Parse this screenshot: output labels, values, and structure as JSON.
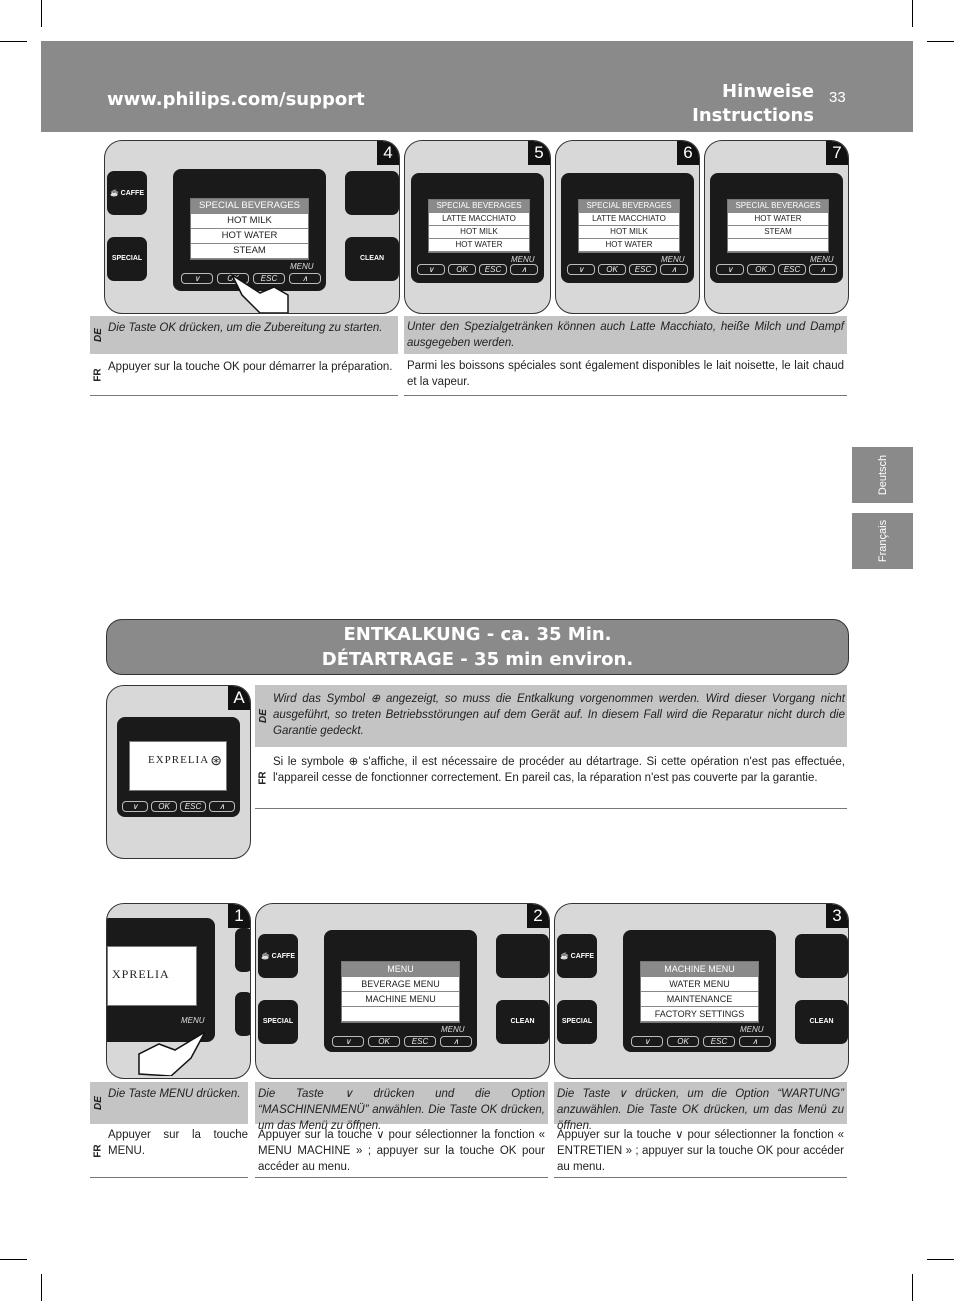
{
  "header": {
    "url": "www.philips.com/support",
    "title_de": "Hinweise",
    "title_fr": "Instructions",
    "page": "33"
  },
  "side_tabs": {
    "de": "Deutsch",
    "fr": "Français"
  },
  "panel4": {
    "num": "4",
    "rows": [
      "SPECIAL BEVERAGES",
      "HOT MILK",
      "HOT WATER",
      "STEAM"
    ],
    "btn_caffe": "CAFFE",
    "btn_special": "SPECIAL",
    "btn_clean": "CLEAN",
    "menu": "MENU"
  },
  "panel5": {
    "num": "5",
    "rows": [
      "SPECIAL BEVERAGES",
      "LATTE MACCHIATO",
      "HOT MILK",
      "HOT WATER"
    ]
  },
  "panel6": {
    "num": "6",
    "rows": [
      "SPECIAL BEVERAGES",
      "LATTE MACCHIATO",
      "HOT MILK",
      "HOT WATER"
    ]
  },
  "panel7": {
    "num": "7",
    "rows": [
      "SPECIAL BEVERAGES",
      "HOT WATER",
      "STEAM",
      ""
    ]
  },
  "keys": {
    "ok": "OK",
    "esc": "ESC",
    "menu": "MENU"
  },
  "text_top": {
    "lang_de": "DE",
    "lang_fr": "FR",
    "de_left": "Die Taste OK drücken, um die Zubereitung zu starten.",
    "fr_left": "Appuyer sur la touche OK pour démarrer la préparation.",
    "de_right": "Unter den Spezialgetränken können auch Latte Macchiato, heiße Milch und Dampf ausgegeben werden.",
    "fr_right": "Parmi les boissons spéciales sont également disponibles le lait noisette, le lait chaud et la vapeur."
  },
  "section": {
    "title1": "ENTKALKUNG - ca. 35 Min.",
    "title2": "DÉTARTRAGE - 35 min environ."
  },
  "panelA": {
    "num": "A",
    "logo": "EXPRELIA"
  },
  "text_A": {
    "de": "Wird das Symbol ⊕ angezeigt, so muss die Entkalkung vorgenommen werden. Wird dieser Vorgang nicht ausgeführt, so treten Betriebsstörungen auf dem Gerät auf. In diesem Fall wird die Reparatur nicht durch die Garantie gedeckt.",
    "fr": "Si le symbole ⊕ s'affiche, il est nécessaire de procéder au détartrage. Si cette opération n'est pas effectuée, l'appareil cesse de fonctionner correctement. En pareil cas, la réparation n'est pas couverte par la garantie."
  },
  "panel1": {
    "num": "1",
    "logo": "XPRELIA"
  },
  "panel2": {
    "num": "2",
    "rows": [
      "MENU",
      "BEVERAGE MENU",
      "MACHINE MENU",
      ""
    ]
  },
  "panel3": {
    "num": "3",
    "rows": [
      "MACHINE MENU",
      "WATER MENU",
      "MAINTENANCE",
      "FACTORY SETTINGS"
    ]
  },
  "text_bottom": {
    "de1": "Die Taste MENU drücken.",
    "fr1": "Appuyer sur la touche MENU.",
    "de2": "Die Taste ∨ drücken und die Option “MASCHINENMENÜ” anwählen. Die Taste OK drücken, um das Menü zu öffnen.",
    "fr2": "Appuyer sur la touche ∨ pour sélectionner la fonction « MENU MACHINE » ; appuyer sur la touche OK pour accéder au menu.",
    "de3": "Die Taste ∨ drücken, um die Option “WARTUNG” anzuwählen. Die Taste OK drücken, um das Menü zu öffnen.",
    "fr3": "Appuyer sur la touche ∨ pour sélectionner la fonction « ENTRETIEN » ; appuyer sur la touche OK pour accéder au menu."
  }
}
